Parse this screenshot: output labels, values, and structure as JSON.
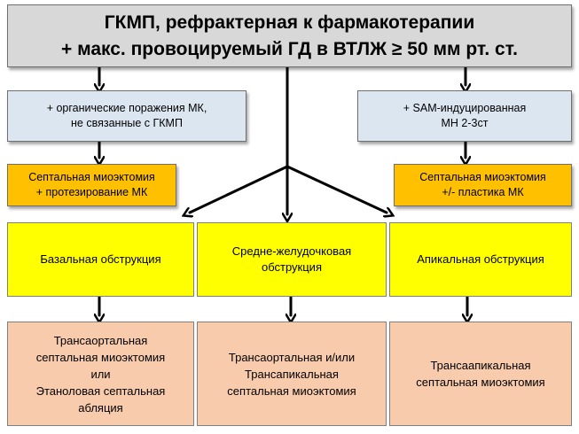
{
  "top_box": {
    "line1": "ГКМП, рефрактерная к фармакотерапии",
    "line2": "+  макс. провоцируемый ГД в ВТЛЖ ≥ 50 мм рт. ст."
  },
  "left_condition": "+  органические поражения МК,\nне связанные с ГКМП",
  "right_condition": "+  SAM-индуцированная\nМН 2-3ст",
  "left_operation": "Септальная миоэктомия\n+  протезирование МК",
  "right_operation": "Септальная миоэктомия\n+/-   пластика МК",
  "obstruction": {
    "basal": "Базальная обструкция",
    "mid": "Средне-желудочковая\nобструкция",
    "apical": "Апикальная обструкция"
  },
  "treatment": {
    "basal": "Трансаортальная\nсептальная миоэктомия\nили\nЭтаноловая септальная\nабляция",
    "mid": "Трансаортальная и/или\nТрансапикальная\nсептальная миоэктомия",
    "apical": "Трансаапикальная\nсептальная миоэктомия"
  },
  "colors": {
    "top": "#d8d8d8",
    "condition": "#dce6f1",
    "operation": "#ffc000",
    "obstruction": "#ffff00",
    "treatment": "#f8cbad"
  }
}
